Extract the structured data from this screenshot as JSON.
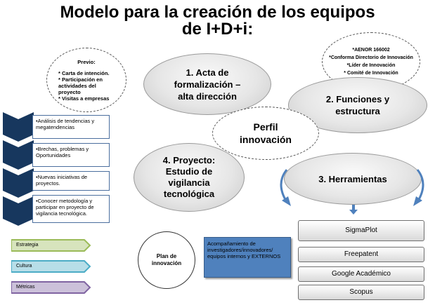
{
  "title": "Modelo para la creación de los equipos\nde I+D+i:",
  "previo": {
    "heading": "Previo:",
    "items": [
      "* Carta de intención.",
      "* Participación en actividades del proyecto",
      "* Visitas a empresas"
    ]
  },
  "acta": "1. Acta de formalización – alta dirección",
  "funciones": "2. Funciones y estructura",
  "perfil": "Perfil innovación",
  "proyecto": "4. Proyecto: Estudio de vigilancia tecnológica",
  "herramientas": "3. Herramientas",
  "aenor": [
    "*AENOR 166002",
    "*Conforma Directorio de Innovación",
    "*Líder de Innovación",
    "* Comité de Innovación"
  ],
  "steps": [
    "•Análisis de tendencias y megatendencias",
    "•Brechas, problemas y Oportunidades",
    "•Nuevas iniciativas de proyectos.",
    "•Conocer metodología y participar en proyecto de vigilancia tecnológica."
  ],
  "side_arrows": [
    {
      "label": "Estrategia",
      "color": "#9bbb59"
    },
    {
      "label": "Cultura",
      "color": "#4bacc6"
    },
    {
      "label": "Métricas",
      "color": "#8064a2"
    }
  ],
  "plan": "Plan de innovación",
  "acompanamiento": "Acompañamiento de investigadores/innovadores/ equipos internos y EXTERNOS",
  "tools": [
    "SigmaPlot",
    "Freepatent",
    "Google Académico",
    "Scopus"
  ],
  "colors": {
    "chevron": "#17375e",
    "note": "#4f81bd",
    "arrow": "#4f81bd"
  }
}
